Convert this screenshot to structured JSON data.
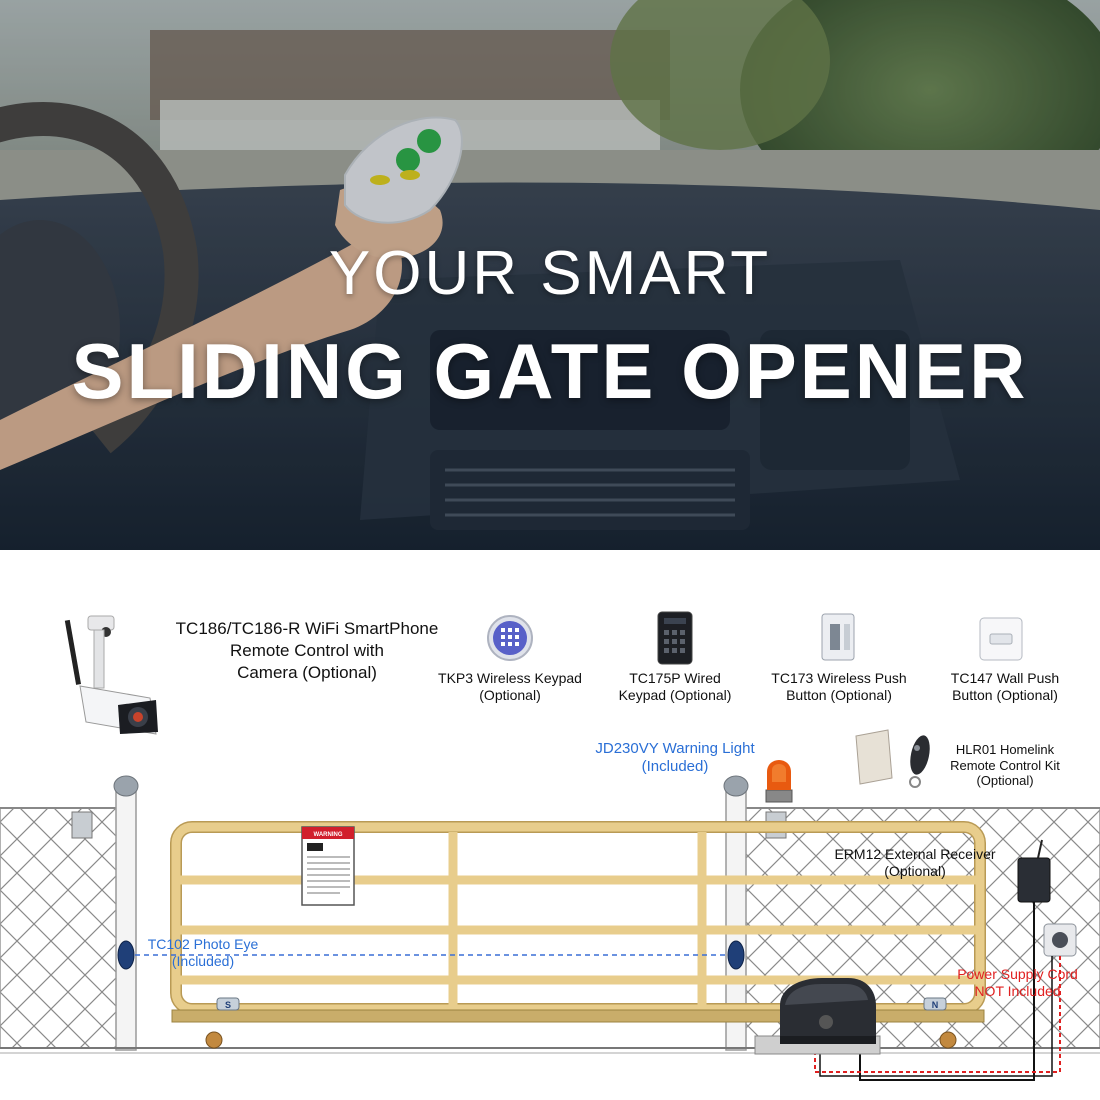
{
  "hero": {
    "title_line1": "YOUR SMART",
    "title_line2": "SLIDING GATE OPENER"
  },
  "diagram": {
    "camera_label": [
      "TC186/TC186-R WiFi SmartPhone",
      "Remote Control with",
      "Camera (Optional)"
    ],
    "tkp3_label": [
      "TKP3 Wireless Keypad",
      "(Optional)"
    ],
    "tc175p_label": [
      "TC175P Wired",
      "Keypad (Optional)"
    ],
    "tc173_label": [
      "TC173 Wireless Push",
      "Button (Optional)"
    ],
    "tc147_label": [
      "TC147 Wall Push",
      "Button (Optional)"
    ],
    "warning_light_label": [
      "JD230VY Warning Light",
      "(Included)"
    ],
    "homelink_label": [
      "HLR01 Homelink",
      "Remote Control Kit",
      "(Optional)"
    ],
    "receiver_label": [
      "ERM12 External Receiver",
      "(Optional)"
    ],
    "photo_eye_label": [
      "TC102  Photo Eye",
      "(Included)"
    ],
    "power_label": [
      "Power Supply Cord",
      "NOT Included"
    ],
    "sign_heading": "WARNING",
    "limit_s": "S",
    "limit_n": "N",
    "colors": {
      "gate": "#e8cd8c",
      "gate_stroke": "#b99a55",
      "included_blue": "#2a6fd6",
      "warning_red": "#e02020",
      "keypad_purple": "#5860c8",
      "light_orange": "#e85a10"
    }
  }
}
